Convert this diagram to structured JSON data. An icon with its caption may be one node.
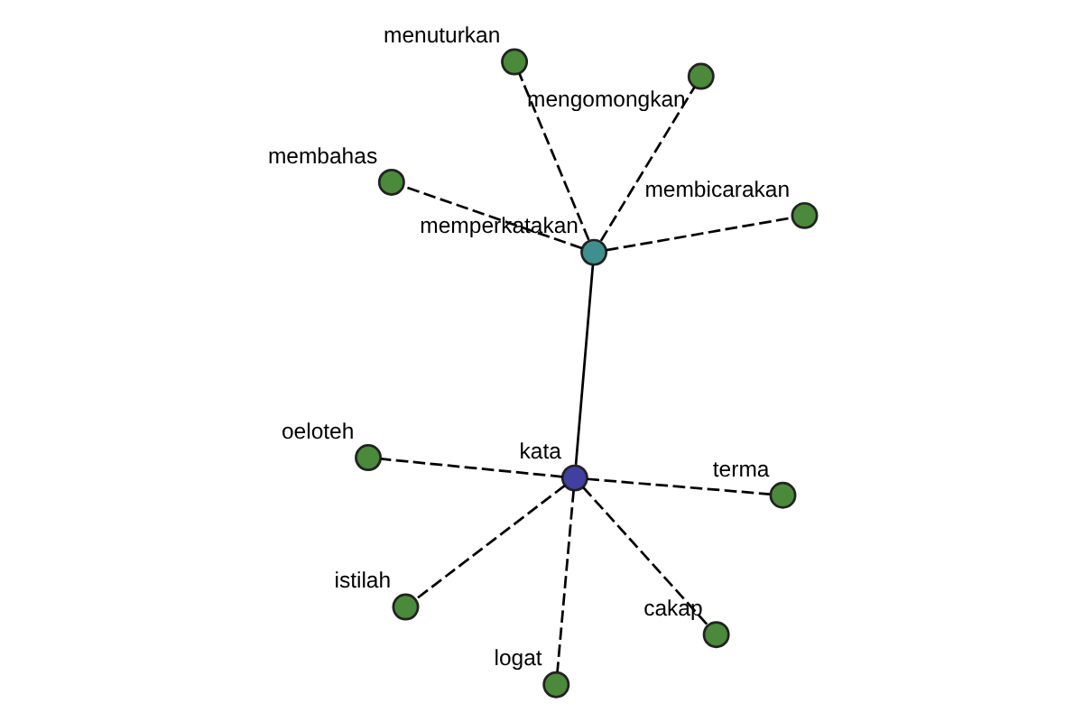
{
  "diagram": {
    "nodes": [
      {
        "text": [
          "membahas"
        ]
      },
      {
        "text": [
          "membicarakan"
        ]
      },
      {
        "text": [
          "memperkatakan"
        ]
      },
      {
        "text": [
          "menuturkan"
        ]
      },
      {
        "text": [
          "mengomongkan"
        ]
      },
      {
        "text": [
          "oeloteh"
        ]
      },
      {
        "text": [
          "kata"
        ]
      },
      {
        "text": [
          "terma"
        ]
      },
      {
        "text": [
          "istilah"
        ]
      },
      {
        "text": [
          "logat"
        ]
      },
      {
        "text": [
          "cakap"
        ]
      }
    ],
    "edges": [
      {
        "from": 2,
        "to": 0,
        "arrow": "none",
        "style": "dashed"
      },
      {
        "from": 2,
        "to": 1,
        "arrow": "none",
        "style": "dashed"
      },
      {
        "from": 2,
        "to": 3,
        "arrow": "none",
        "style": "dashed"
      },
      {
        "from": 2,
        "to": 4,
        "arrow": "none",
        "style": "dashed"
      },
      {
        "from": 2,
        "to": 6,
        "arrow": "none"
      },
      {
        "from": 6,
        "to": 5,
        "arrow": "none",
        "style": "dashed"
      },
      {
        "from": 6,
        "to": 7,
        "arrow": "none",
        "style": "dashed"
      },
      {
        "from": 6,
        "to": 8,
        "arrow": "none",
        "style": "dashed"
      },
      {
        "from": 6,
        "to": 9,
        "arrow": "none",
        "style": "dashed"
      },
      {
        "from": 6,
        "to": 10,
        "arrow": "none",
        "style": "dashed"
      }
    ]
  }
}
